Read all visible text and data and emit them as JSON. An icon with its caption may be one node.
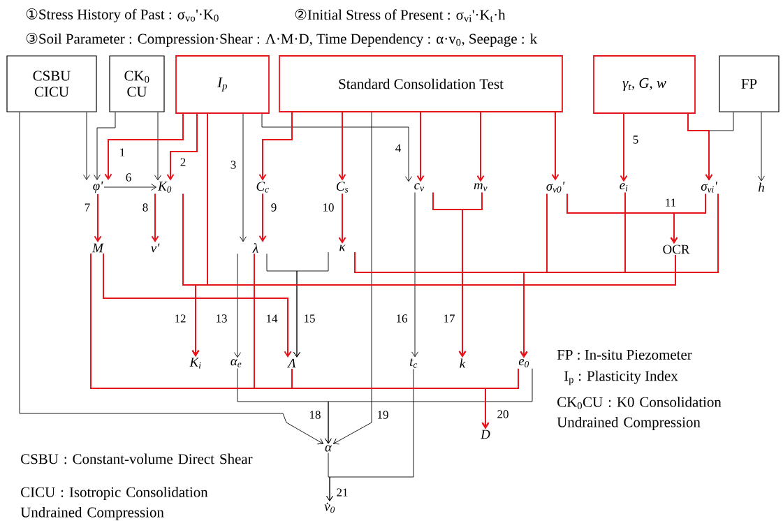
{
  "diagram": {
    "nodes": [
      {
        "text": [
          "CSBU CICU"
        ]
      },
      {
        "text": [
          "CK$_{0}$ CU"
        ]
      },
      {
        "text": [
          "I$_{p}$"
        ]
      },
      {
        "text": [
          "Standard Consolidation Test"
        ]
      },
      {
        "text": [
          "γ$_{t}$, G, w"
        ]
      },
      {
        "text": [
          "FP"
        ]
      },
      {
        "text": [
          "φ'"
        ]
      },
      {
        "text": [
          "K$_{0}$"
        ]
      },
      {
        "text": [
          "C$_{c}$"
        ]
      },
      {
        "text": [
          "C$_{s}$"
        ]
      },
      {
        "text": [
          "c$_{v}$"
        ]
      },
      {
        "text": [
          "m$_{v}$"
        ]
      },
      {
        "text": [
          "σ$_{v0}$'"
        ]
      },
      {
        "text": [
          "e$_{i}$"
        ]
      },
      {
        "text": [
          "σ$_{vi}$'"
        ]
      },
      {
        "text": [
          "h"
        ]
      },
      {
        "text": [
          "M"
        ]
      },
      {
        "text": [
          "ν'"
        ]
      },
      {
        "text": [
          "λ"
        ]
      },
      {
        "text": [
          "κ"
        ]
      },
      {
        "text": [
          "OCR"
        ]
      },
      {
        "text": [
          "K$_{i}$"
        ]
      },
      {
        "text": [
          "α$_{e}$"
        ]
      },
      {
        "text": [
          "Λ"
        ]
      },
      {
        "text": [
          "t$_{c}$"
        ]
      },
      {
        "text": [
          "k"
        ]
      },
      {
        "text": [
          "e$_{0}$"
        ]
      },
      {
        "text": [
          "α"
        ]
      },
      {
        "text": [
          "D"
        ]
      },
      {
        "text": [
          "v̇$_{0}$"
        ]
      }
    ],
    "edges": [
      {
        "from": 0,
        "to": 6,
        "arrow": "to",
        "color": "#000000"
      },
      {
        "from": 1,
        "to": 6,
        "arrow": "to",
        "color": "#000000"
      },
      {
        "from": 2,
        "to": 6,
        "arrow": "to"
      },
      {
        "from": 1,
        "to": 7,
        "arrow": "to",
        "color": "#000000"
      },
      {
        "from": 2,
        "to": 7,
        "arrow": "to"
      },
      {
        "from": 2,
        "to": 18,
        "arrow": "to",
        "color": "#000000"
      },
      {
        "from": 3,
        "to": 8,
        "arrow": "to"
      },
      {
        "from": 3,
        "to": 9,
        "arrow": "to"
      },
      {
        "from": 2,
        "to": 10,
        "arrow": "to",
        "color": "#000000"
      },
      {
        "from": 3,
        "to": 10,
        "arrow": "to"
      },
      {
        "from": 3,
        "to": 11,
        "arrow": "to"
      },
      {
        "from": 3,
        "to": 12,
        "arrow": "to"
      },
      {
        "from": 4,
        "to": 13,
        "arrow": "to"
      },
      {
        "from": 4,
        "to": 14,
        "arrow": "to"
      },
      {
        "from": 5,
        "to": 14,
        "arrow": "to",
        "color": "#000000"
      },
      {
        "from": 5,
        "to": 15,
        "arrow": "to",
        "color": "#000000"
      },
      {
        "from": 6,
        "to": 7,
        "arrow": "to",
        "color": "#000000"
      },
      {
        "from": 6,
        "to": 16,
        "arrow": "to"
      },
      {
        "from": 7,
        "to": 17,
        "arrow": "to"
      },
      {
        "from": 8,
        "to": 18,
        "arrow": "to"
      },
      {
        "from": 9,
        "to": 19,
        "arrow": "to"
      },
      {
        "from": 12,
        "to": 20,
        "arrow": "to"
      },
      {
        "from": 14,
        "to": 20,
        "arrow": "to"
      },
      {
        "from": 10,
        "to": 25,
        "arrow": "to"
      },
      {
        "from": 11,
        "to": 25,
        "arrow": "to"
      },
      {
        "from": 10,
        "to": 24,
        "arrow": "to",
        "color": "#000000"
      },
      {
        "from": 7,
        "to": 21,
        "arrow": "to"
      },
      {
        "from": 2,
        "to": 21,
        "arrow": "to"
      },
      {
        "from": 20,
        "to": 21,
        "arrow": "to"
      },
      {
        "from": 19,
        "to": 26,
        "arrow": "to"
      },
      {
        "from": 12,
        "to": 26,
        "arrow": "to"
      },
      {
        "from": 13,
        "to": 26,
        "arrow": "to"
      },
      {
        "from": 14,
        "to": 26,
        "arrow": "to"
      },
      {
        "from": 18,
        "to": 22,
        "arrow": "to",
        "color": "#000000"
      },
      {
        "from": 16,
        "to": 23,
        "arrow": "to"
      },
      {
        "from": 18,
        "to": 23,
        "arrow": "to",
        "color": "#000000"
      },
      {
        "from": 19,
        "to": 23,
        "arrow": "to",
        "color": "#000000"
      },
      {
        "from": 16,
        "to": 28,
        "arrow": "to"
      },
      {
        "from": 18,
        "to": 28,
        "arrow": "to"
      },
      {
        "from": 23,
        "to": 28,
        "arrow": "to"
      },
      {
        "from": 26,
        "to": 28,
        "arrow": "to"
      },
      {
        "from": 22,
        "to": 27,
        "arrow": "to",
        "color": "#000000"
      },
      {
        "from": 26,
        "to": 27,
        "arrow": "to",
        "color": "#000000"
      },
      {
        "from": 3,
        "to": 27,
        "arrow": "to",
        "color": "#000000"
      },
      {
        "from": 0,
        "to": 27,
        "arrow": "to",
        "color": "#000000"
      },
      {
        "from": 27,
        "to": 29,
        "arrow": "to",
        "color": "#000000"
      },
      {
        "from": 24,
        "to": 29,
        "arrow": "to",
        "color": "#000000"
      }
    ],
    "labels": [
      "①Stress History of Past : σ$_{vo}$'·K$_{0}$",
      "②Initial Stress of Present : σ$_{vi}$'·K$_{t}$·h",
      "③Soil Parameter : Compression·Shear : Λ·M·D, Time Dependency : α·v$_{0}$, Seepage : k",
      "1",
      "2",
      "3",
      "4",
      "5",
      "6",
      "7",
      "8",
      "9",
      "10",
      "11",
      "12",
      "13",
      "14",
      "15",
      "16",
      "17",
      "18",
      "19",
      "20",
      "21",
      "FP : In-situ Piezometer",
      "I$_{p}$ : Plasticity Index",
      "CK$_{0}$CU : K0 Consolidation Undrained Compression",
      "CSBU : Constant-volume Direct Shear",
      "CICU : Isotropic Consolidation Undrained Compression"
    ]
  }
}
